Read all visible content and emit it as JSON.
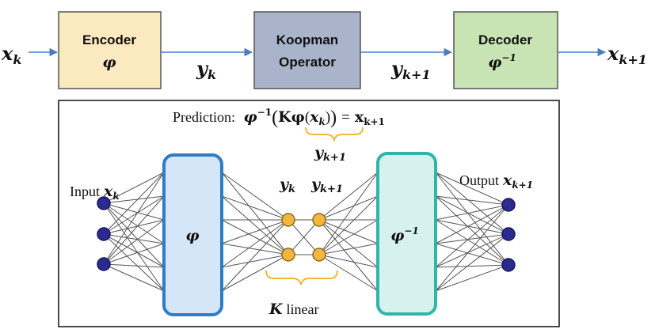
{
  "top_row": {
    "input_var": "x",
    "input_sub": "k",
    "encoder": {
      "label": "Encoder",
      "symbol": "φ"
    },
    "latent_in_var": "y",
    "latent_in_sub": "k",
    "koopman": {
      "line1": "Koopman",
      "line2": "Operator"
    },
    "latent_out_var": "y",
    "latent_out_sub": "k+1",
    "decoder": {
      "label": "Decoder",
      "symbol": "φ",
      "symbol_sup": "−1"
    },
    "output_var": "x",
    "output_sub": "k+1"
  },
  "bottom_panel": {
    "prediction_label": "Prediction:",
    "prediction_phi": "φ",
    "prediction_sup": "−1",
    "prediction_open": "(",
    "prediction_K": "Kφ",
    "prediction_inner_open": "(",
    "prediction_x": "x",
    "prediction_x_sub": "k",
    "prediction_inner_close": ")",
    "prediction_close": ")",
    "prediction_equals": "=",
    "prediction_rhs": "x",
    "prediction_rhs_sub": "k+1",
    "brace_label_var": "y",
    "brace_label_sub": "k+1",
    "input_label": "Input",
    "input_var": "x",
    "input_sub": "k",
    "encoder_symbol": "φ",
    "latent_left_var": "y",
    "latent_left_sub": "k",
    "latent_right_var": "y",
    "latent_right_sub": "k+1",
    "decoder_symbol": "φ",
    "decoder_sup": "−1",
    "output_label": "Output",
    "output_var": "x",
    "output_sub": "k+1",
    "k_linear_var": "K",
    "k_linear_text": "linear"
  },
  "colors": {
    "encoder_fill": "#fbe9bf",
    "koopman_fill": "#a9b3c9",
    "decoder_fill": "#c8e3b4",
    "arrow": "#4a7cc0",
    "enc_net_fill": "#d4e6f8",
    "enc_net_stroke": "#2f7bc6",
    "dec_net_fill": "#d6f1ee",
    "dec_net_stroke": "#2fb6a9",
    "io_node": "#2b2b8f",
    "latent_node": "#f5b73b",
    "brace": "#f0b73a",
    "connections": "#555555"
  }
}
